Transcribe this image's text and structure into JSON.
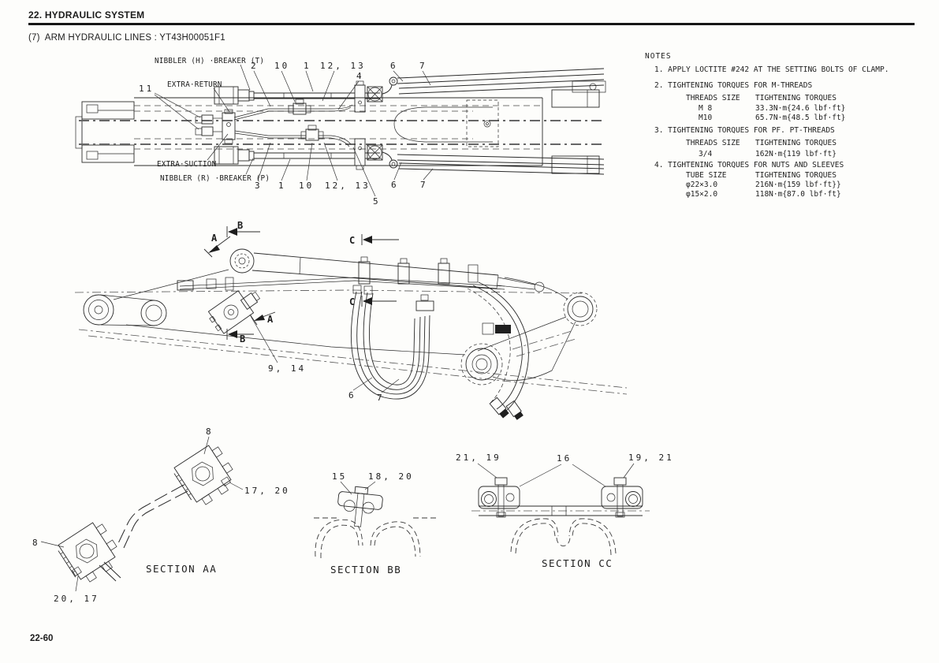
{
  "page": {
    "chapter_title": "22. HYDRAULIC SYSTEM",
    "figure_title": "(7)  ARM HYDRAULIC LINES : YT43H00051F1",
    "page_number": "22-60"
  },
  "notes": {
    "title": "NOTES",
    "note1": "1. APPLY LOCTITE #242 AT THE SETTING BOLTS OF CLAMP.",
    "note2": {
      "title": "2. TIGHTENING TORQUES FOR M-THREADS",
      "col1": "THREADS SIZE",
      "col2": "TIGHTENING TORQUES",
      "rows": [
        {
          "size": "M 8",
          "torque": "33.3N·m{24.6 lbf·ft}"
        },
        {
          "size": "M10",
          "torque": "65.7N·m{48.5 lbf·ft}"
        }
      ]
    },
    "note3": {
      "title": "3. TIGHTENING TORQUES FOR PF. PT-THREADS",
      "col1": "THREADS SIZE",
      "col2": "TIGHTENING TORQUES",
      "rows": [
        {
          "size": "3/4",
          "torque": "162N·m{119 lbf·ft}"
        }
      ]
    },
    "note4": {
      "title": "4. TIGHTENING TORQUES FOR NUTS AND SLEEVES",
      "col1": "TUBE SIZE",
      "col2": "TIGHTENING TORQUES",
      "rows": [
        {
          "size": "φ22×3.0",
          "torque": "216N·m{159 lbf·ft}}"
        },
        {
          "size": "φ15×2.0",
          "torque": "118N·m{87.0 lbf·ft}"
        }
      ]
    }
  },
  "plan_view": {
    "labels": {
      "nibbler_top": "NIBBLER (H) ·BREAKER (T)",
      "extra_return": "EXTRA·RETURN",
      "num_11": "11",
      "num_2": "2",
      "num_10_top": "10",
      "num_1_top": "1",
      "num_12_13_top": "12, 13",
      "num_4": "4",
      "num_6_top": "6",
      "num_7_top": "7",
      "extra_suction": "EXTRA·SUCTION",
      "nibbler_bottom": "NIBBLER (R) ·BREAKER (P)",
      "num_3": "3",
      "num_1_bottom": "1",
      "num_10_bottom": "10",
      "num_12_13_bottom": "12, 13",
      "num_5": "5",
      "num_6_bottom": "6",
      "num_7_bottom": "7"
    }
  },
  "side_view": {
    "labels": {
      "section_a": "A",
      "section_b": "B",
      "section_c": "C",
      "num_9_14": "9, 14",
      "num_6": "6",
      "num_7": "7"
    }
  },
  "sections": {
    "aa": {
      "title": "SECTION AA",
      "num_8_top": "8",
      "num_17_20": "17, 20",
      "num_8_left": "8",
      "num_20_17": "20, 17"
    },
    "bb": {
      "title": "SECTION BB",
      "num_15": "15",
      "num_18_20": "18, 20"
    },
    "cc": {
      "title": "SECTION CC",
      "num_21_19": "21, 19",
      "num_16": "16",
      "num_19_21": "19, 21"
    }
  }
}
